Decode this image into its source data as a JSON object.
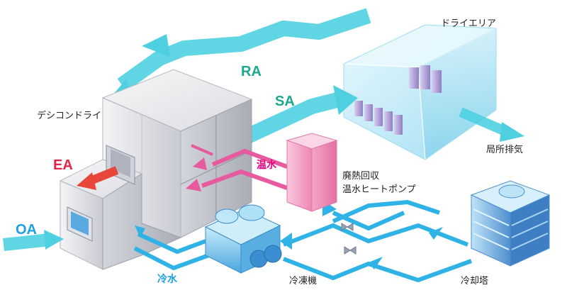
{
  "labels": {
    "dry_area": "ドライエリア",
    "desiccant_dry": "デシコンドライ",
    "local_exhaust": "局所排気",
    "heat_pump_line1": "廃熱回収",
    "heat_pump_line2": "温水ヒートポンプ",
    "chiller": "冷凍機",
    "cooling_tower": "冷却塔",
    "hot_water": "温水",
    "cold_water": "冷水"
  },
  "flows": {
    "ra": "RA",
    "sa": "SA",
    "ea": "EA",
    "oa": "OA"
  },
  "colors": {
    "air_flow": "#33c5d6",
    "hot_water": "#e63c8c",
    "cold_water": "#29a8e0",
    "exhaust": "#e8463a",
    "label_teal": "#1ca88e",
    "label_blue": "#1e9fe0",
    "label_red": "#e8234a",
    "label_pink": "#e6007e"
  }
}
